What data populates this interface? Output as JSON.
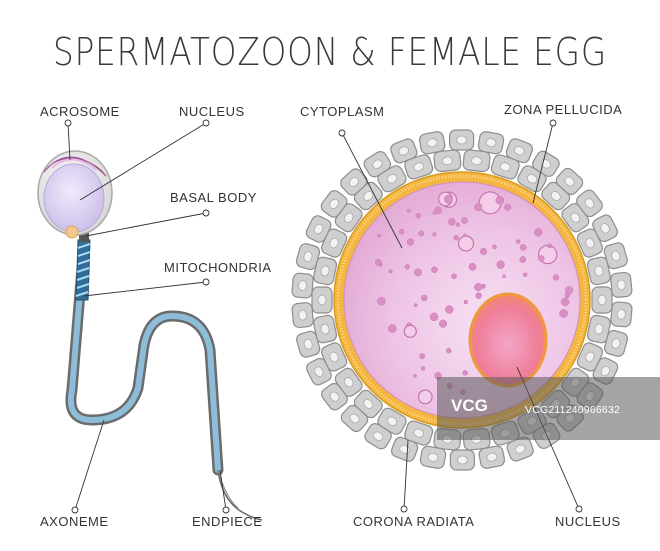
{
  "title": "SPERMATOZOON  &  FEMALE EGG",
  "labels": {
    "acrosome": "ACROSOME",
    "nucleus_sperm": "NUCLEUS",
    "basal_body": "BASAL BODY",
    "mitochondria": "MITOCHONDRIA",
    "axoneme": "AXONEME",
    "endpiece": "ENDPIECE",
    "cytoplasm": "CYTOPLASM",
    "zona_pellucida": "ZONA PELLUCIDA",
    "corona_radiata": "CORONA RADIATA",
    "nucleus_egg": "NUCLEUS"
  },
  "watermark": {
    "logo": "VCG",
    "id": "VCG211240966632"
  },
  "colors": {
    "cytoplasm": "#eec7e6",
    "zona": "#f4b640",
    "egg_nucleus": "#f07a9a",
    "corona_cells": "#c9c9c9",
    "sperm_tail": "#6fa7c9",
    "acrosome": "#c47bc0"
  }
}
